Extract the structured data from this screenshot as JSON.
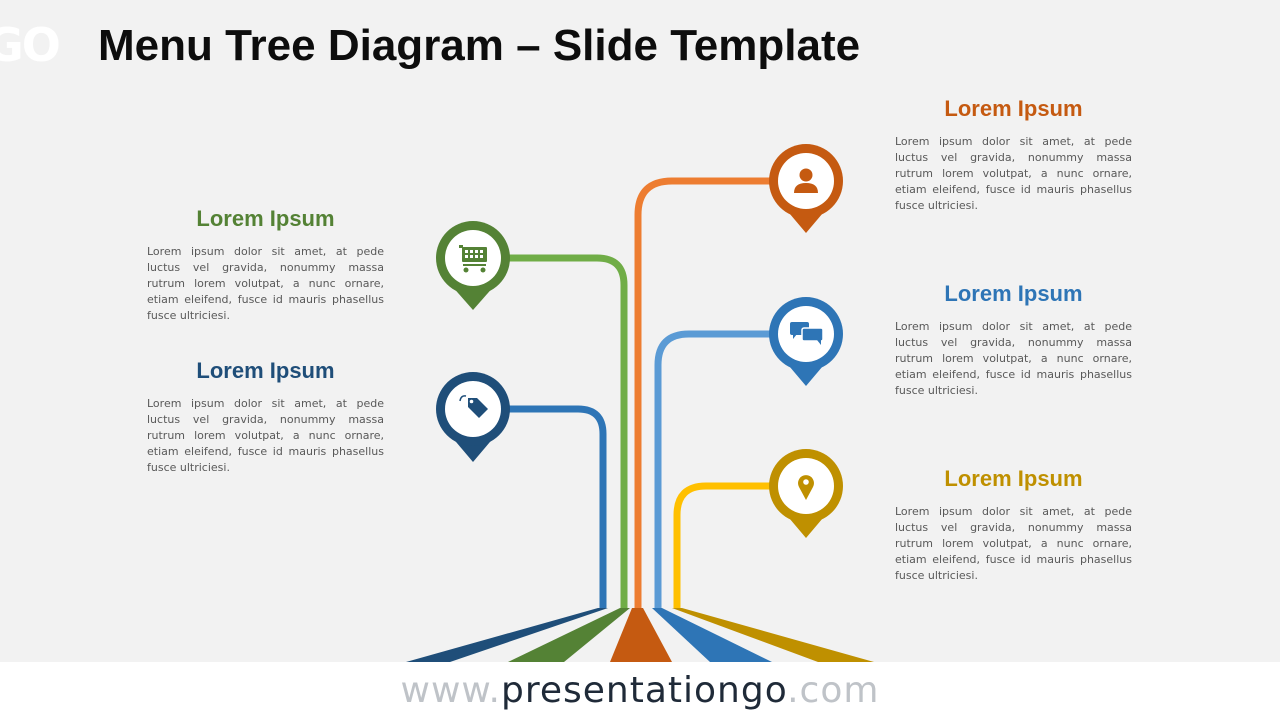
{
  "header": {
    "logo_fragment": "GO",
    "title": "Menu Tree Diagram – Slide Template"
  },
  "colors": {
    "green": "#548235",
    "green_light": "#70ad47",
    "navy": "#1f4e79",
    "blue": "#2e75b6",
    "blue_light": "#5b9bd5",
    "orange": "#c55a11",
    "orange_light": "#ed7d31",
    "gold": "#bf9000",
    "gold_light": "#ffc000"
  },
  "branches": [
    {
      "id": "shopping",
      "icon": "shopping-cart-icon",
      "heading": "Lorem Ipsum",
      "body": "Lorem ipsum dolor sit amet, at pede luctus vel gravida, nonummy massa rutrum lorem volutpat, a nunc ornare, etiam eleifend, fusce id mauris phasellus fusce ultriciesi."
    },
    {
      "id": "tag",
      "icon": "price-tag-icon",
      "heading": "Lorem Ipsum",
      "body": "Lorem ipsum dolor sit amet, at pede luctus vel gravida, nonummy massa rutrum lorem volutpat, a nunc ornare, etiam eleifend, fusce id mauris phasellus fusce ultriciesi."
    },
    {
      "id": "user",
      "icon": "user-icon",
      "heading": "Lorem Ipsum",
      "body": "Lorem ipsum dolor sit amet, at pede luctus vel gravida, nonummy massa rutrum lorem volutpat, a nunc ornare, etiam eleifend, fusce id mauris phasellus fusce ultriciesi."
    },
    {
      "id": "chat",
      "icon": "chat-bubbles-icon",
      "heading": "Lorem Ipsum",
      "body": "Lorem ipsum dolor sit amet, at pede luctus vel gravida, nonummy massa rutrum lorem volutpat, a nunc ornare, etiam eleifend, fusce id mauris phasellus fusce ultriciesi."
    },
    {
      "id": "location",
      "icon": "location-pin-icon",
      "heading": "Lorem Ipsum",
      "body": "Lorem ipsum dolor sit amet, at pede luctus vel gravida, nonummy massa rutrum lorem volutpat, a nunc ornare, etiam eleifend, fusce id mauris phasellus fusce ultriciesi."
    }
  ],
  "footer": {
    "url_prefix": "www.",
    "url_main": "presentationgo",
    "url_suffix": ".com"
  }
}
